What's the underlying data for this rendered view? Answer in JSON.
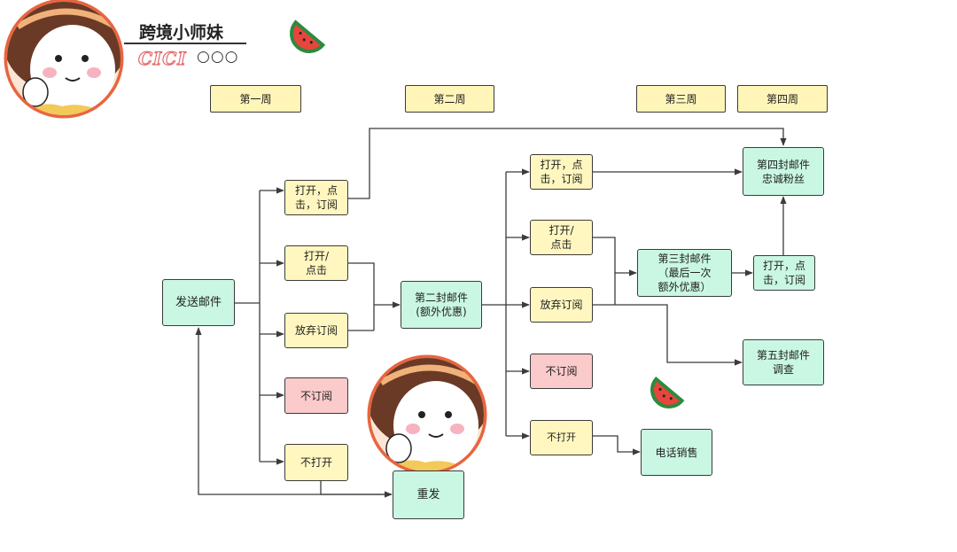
{
  "brand": {
    "name": "跨境小师妹",
    "sub": "CICI",
    "dots": "○○○"
  },
  "weeks": {
    "w1": "第一周",
    "w2": "第二周",
    "w3": "第三周",
    "w4": "第四周"
  },
  "nodes": {
    "send_mail": "发送邮件",
    "w1_open_click_sub": "打开，点\n击，订阅",
    "w1_open_click": "打开/\n点击",
    "w1_give_up": "放弃订阅",
    "w1_unsub": "不订阅",
    "w1_not_open": "不打开",
    "resend": "重发",
    "second_mail": "第二封邮件\n(额外优惠)",
    "w2_open_click_sub": "打开，点\n击，订阅",
    "w2_open_click": "打开/\n点击",
    "w2_give_up": "放弃订阅",
    "w2_unsub": "不订阅",
    "w2_not_open": "不打开",
    "phone_sales": "电话销售",
    "third_mail": "第三封邮件\n（最后一次\n额外优惠）",
    "w3_open_click_sub": "打开，点\n击，订阅",
    "fourth_mail": "第四封邮件\n忠诚粉丝",
    "fifth_mail": "第五封邮件\n调查"
  },
  "colors": {
    "yellow": "#fff7bf",
    "green": "#c9f7e3",
    "pink": "#fbcaca",
    "line": "#3b3b3b",
    "accent": "#e56a6a"
  }
}
